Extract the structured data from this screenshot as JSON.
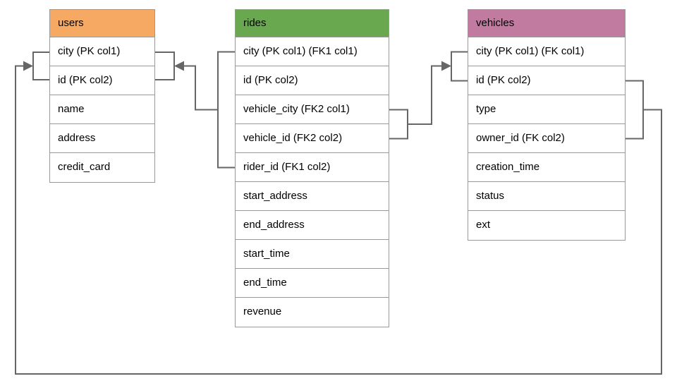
{
  "tables": [
    {
      "name": "users",
      "header_color": "#F5A962",
      "rows": [
        "city (PK col1)",
        "id (PK col2)",
        "name",
        "address",
        "credit_card"
      ]
    },
    {
      "name": "rides",
      "header_color": "#6AA84F",
      "rows": [
        "city (PK col1) (FK1 col1)",
        "id (PK col2)",
        "vehicle_city (FK2 col1)",
        "vehicle_id (FK2 col2)",
        "rider_id (FK1 col2)",
        "start_address",
        "end_address",
        "start_time",
        "end_time",
        "revenue"
      ]
    },
    {
      "name": "vehicles",
      "header_color": "#C27BA0",
      "rows": [
        "city (PK col1) (FK col1)",
        "id (PK col2)",
        "type",
        "owner_id (FK col2)",
        "creation_time",
        "status",
        "ext"
      ]
    }
  ],
  "relationships": [
    {
      "name": "fk1",
      "from_table": "rides",
      "from_columns": [
        "city (PK col1) (FK1 col1)",
        "rider_id (FK1 col2)"
      ],
      "to_table": "users",
      "to_columns": [
        "city (PK col1)",
        "id (PK col2)"
      ],
      "arrow_points_to": "users"
    },
    {
      "name": "fk2",
      "from_table": "rides",
      "from_columns": [
        "vehicle_city (FK2 col1)",
        "vehicle_id (FK2 col2)"
      ],
      "to_table": "vehicles",
      "to_columns": [
        "city (PK col1) (FK col1)",
        "id (PK col2)"
      ],
      "arrow_points_to": "vehicles"
    },
    {
      "name": "fk",
      "from_table": "vehicles",
      "from_columns": [
        "id (PK col2)",
        "owner_id (FK col2)"
      ],
      "to_table": "users",
      "to_columns": [
        "city (PK col1)",
        "id (PK col2)"
      ],
      "arrow_points_to": "users",
      "route": "around-bottom-edge"
    }
  ],
  "colors": {
    "connector": "#666666",
    "table_border": "#999999",
    "text": "#000000",
    "background": "#FFFFFF"
  }
}
